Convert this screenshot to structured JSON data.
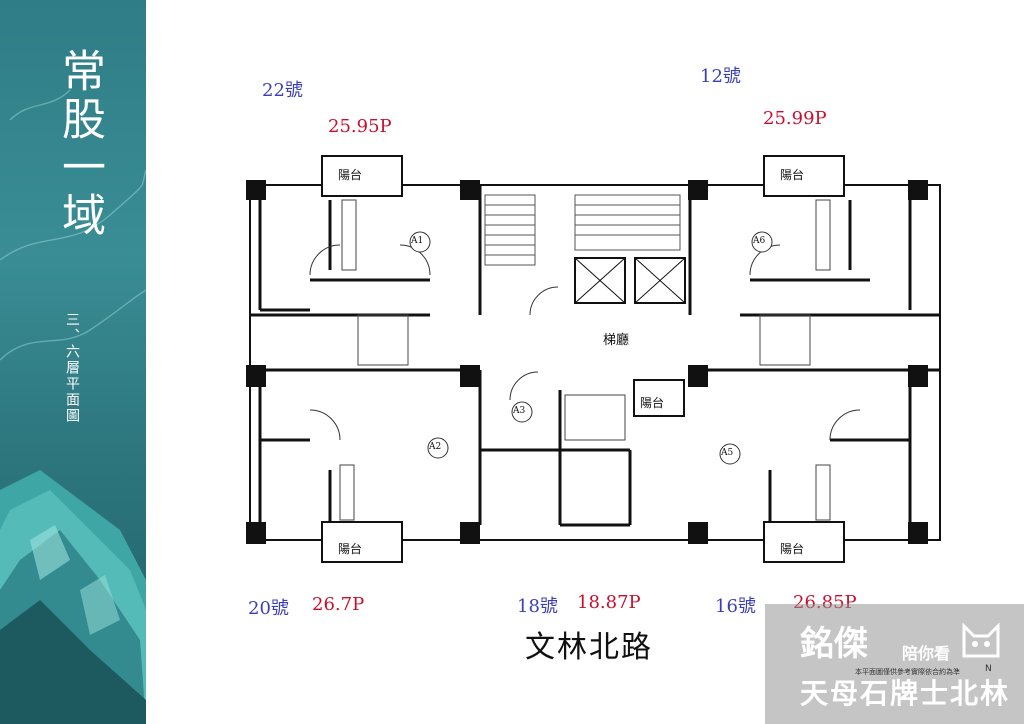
{
  "sidebar": {
    "title": "常股一域",
    "subtitle": "三、六層平面圖"
  },
  "units": [
    {
      "number": "22號",
      "area": "25.95P"
    },
    {
      "number": "12號",
      "area": "25.99P"
    },
    {
      "number": "20號",
      "area": "26.7P"
    },
    {
      "number": "18號",
      "area": "18.87P"
    },
    {
      "number": "16號",
      "area": "26.85P"
    }
  ],
  "plan": {
    "lobby": "梯廳",
    "balcony": "陽台",
    "rooms": [
      "A1",
      "A2",
      "A3",
      "A5",
      "A6"
    ]
  },
  "street": "文林北路",
  "watermark": {
    "brand": "銘傑",
    "tagline": "陪你看",
    "area_name": "天母石牌士北林",
    "fine_print": "本平面圖僅供參考實際依合約為準",
    "north_mark": "N"
  },
  "colors": {
    "sidebar": "#2f7d86",
    "unit_number": "#3b3fb3",
    "unit_area": "#c8102e"
  }
}
